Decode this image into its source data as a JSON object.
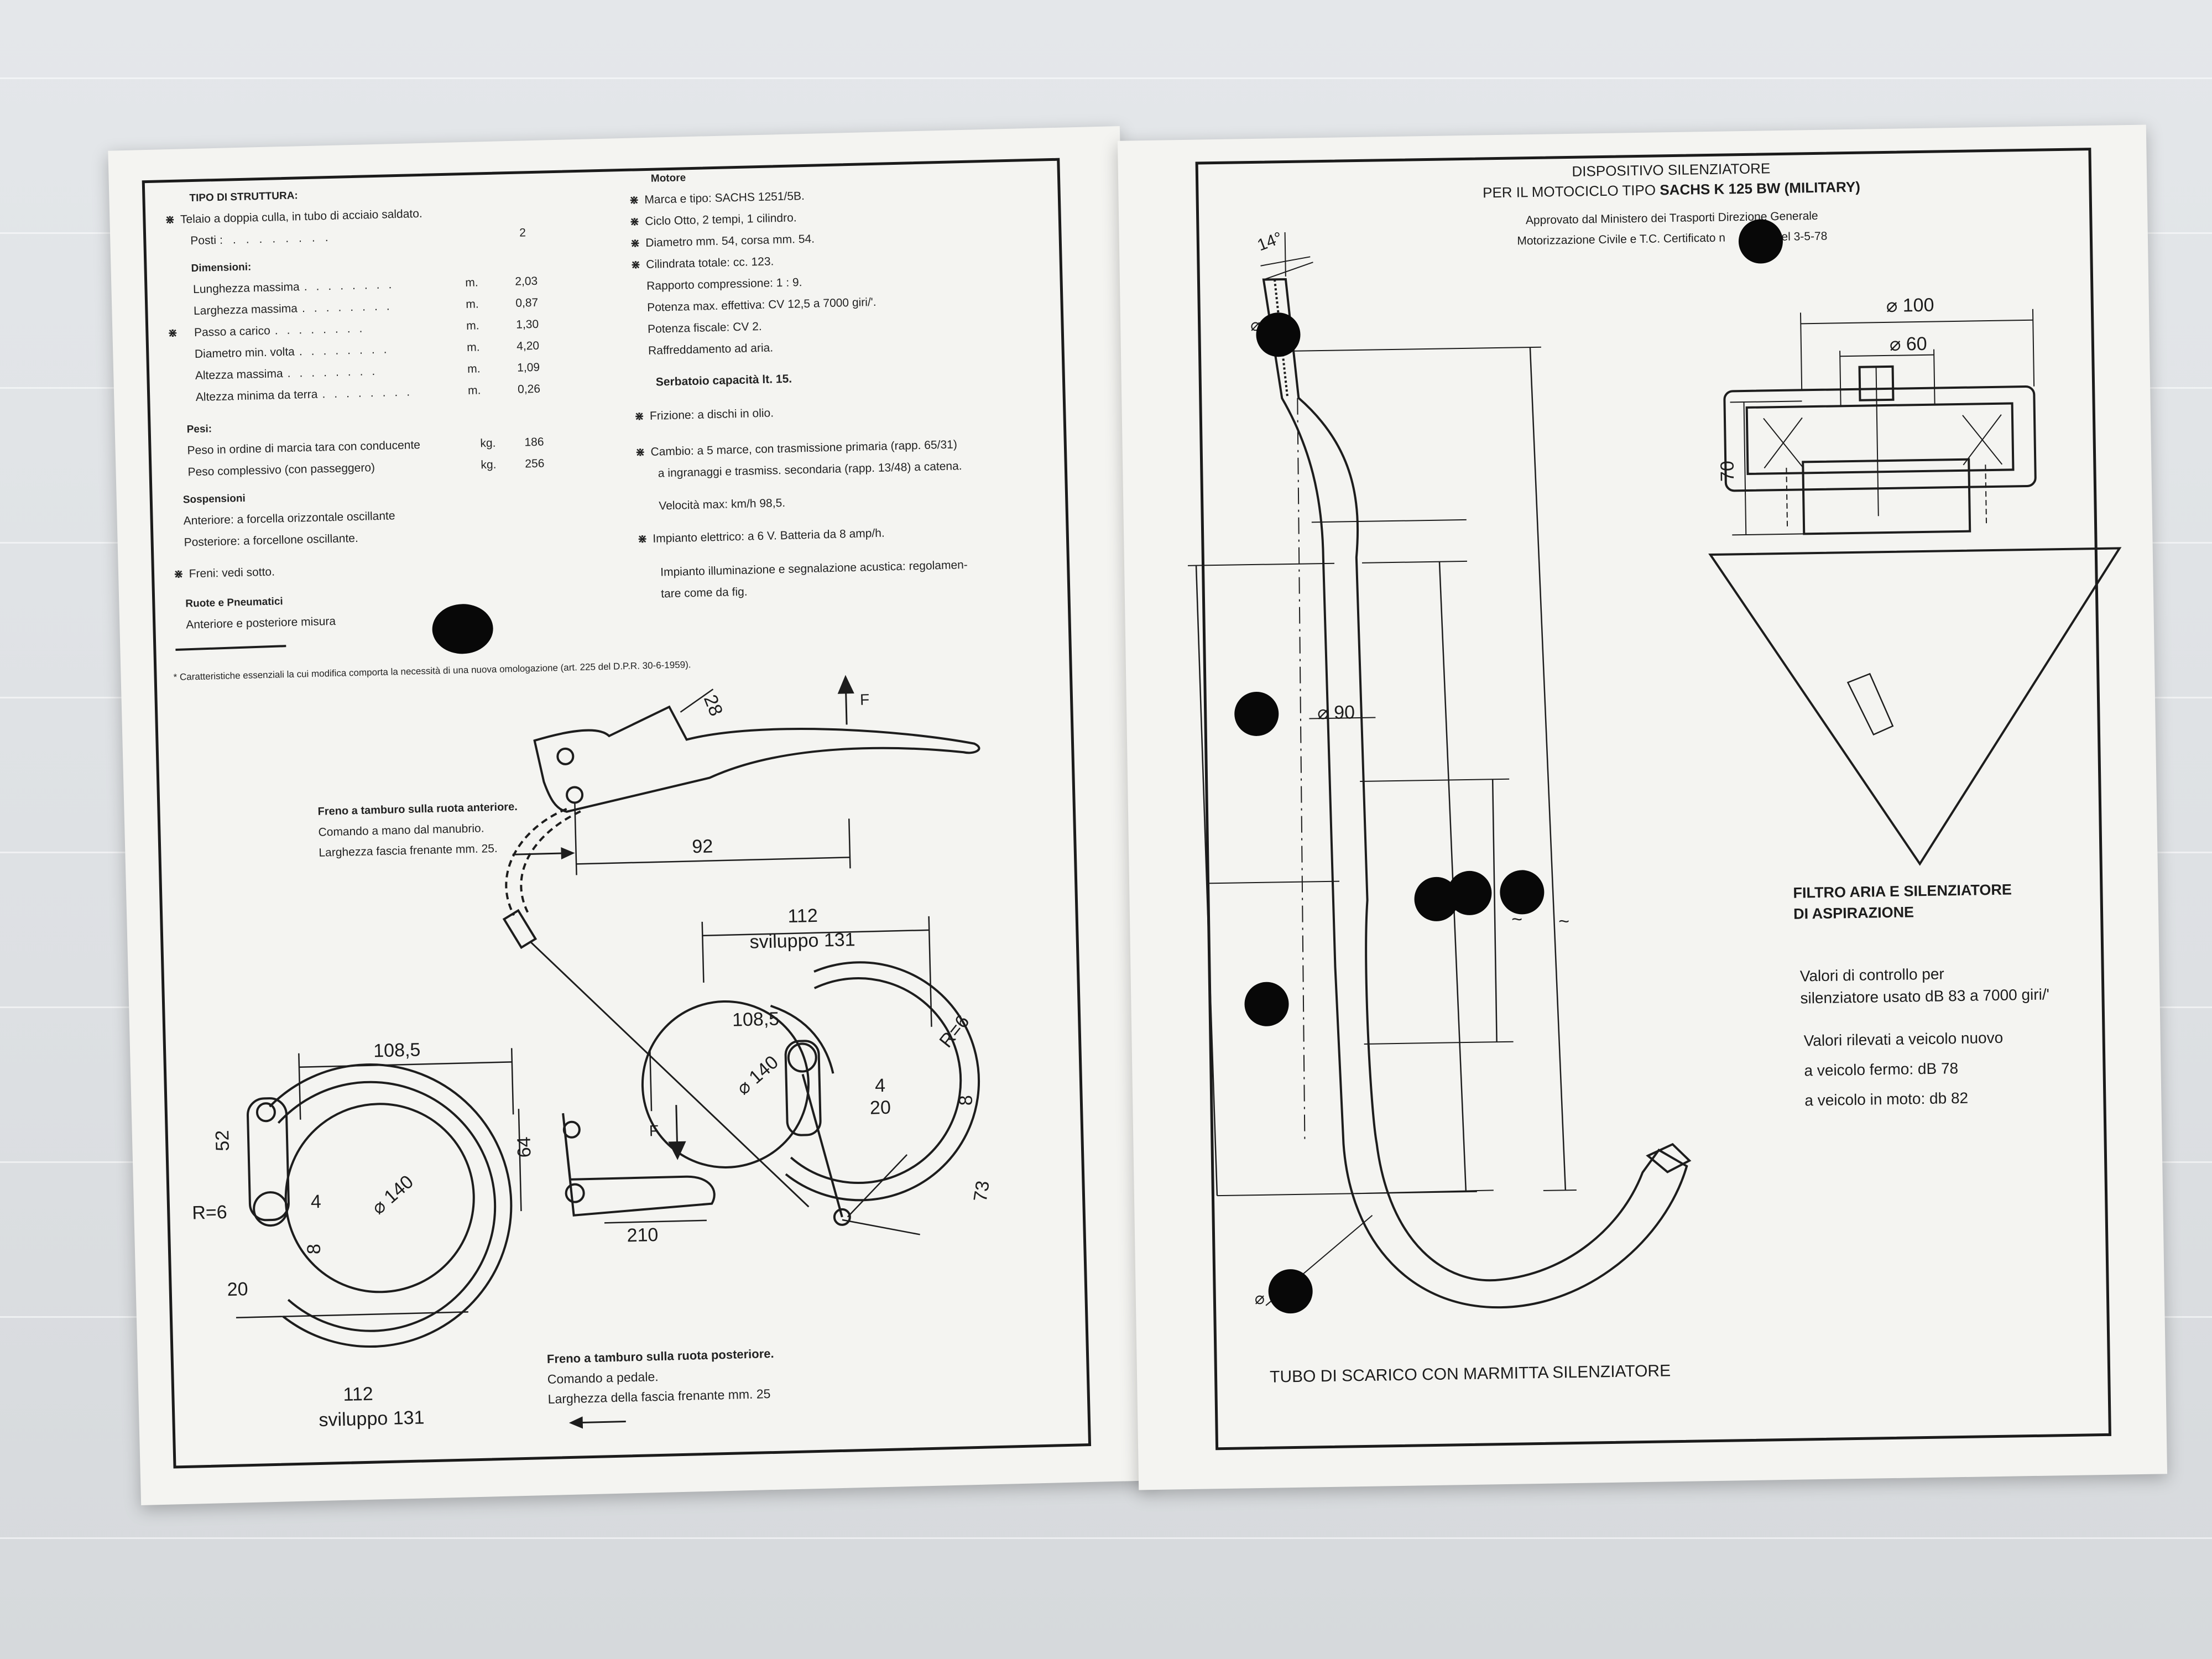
{
  "left_page": {
    "tipo_struttura": {
      "heading": "TIPO DI STRUTTURA:",
      "telaio": "Telaio a doppia culla, in tubo di acciaio saldato.",
      "posti_label": "Posti",
      "posti_value": "2",
      "dimensioni_heading": "Dimensioni:",
      "dimensioni": [
        {
          "label": "Lunghezza massima",
          "unit": "m.",
          "value": "2,03",
          "star": false
        },
        {
          "label": "Larghezza massima",
          "unit": "m.",
          "value": "0,87",
          "star": false
        },
        {
          "label": "Passo a carico",
          "unit": "m.",
          "value": "1,30",
          "star": true
        },
        {
          "label": "Diametro min. volta",
          "unit": "m.",
          "value": "4,20",
          "star": false
        },
        {
          "label": "Altezza massima",
          "unit": "m.",
          "value": "1,09",
          "star": false
        },
        {
          "label": "Altezza minima da terra",
          "unit": "m.",
          "value": "0,26",
          "star": false
        }
      ],
      "pesi_heading": "Pesi:",
      "pesi": [
        {
          "label": "Peso in ordine di marcia tara con conducente",
          "unit": "kg.",
          "value": "186"
        },
        {
          "label": "Peso complessivo (con passeggero)",
          "unit": "kg.",
          "value": "256"
        }
      ],
      "sospensioni_heading": "Sospensioni",
      "sospensioni": [
        "Anteriore: a forcella orizzontale oscillante",
        "Posteriore: a forcellone oscillante."
      ],
      "freni": "Freni: vedi sotto.",
      "ruote_heading": "Ruote e Pneumatici",
      "ruote": "Anteriore e posteriore misura"
    },
    "motore": {
      "heading": "Motore",
      "lines": [
        {
          "text": "Marca e tipo: SACHS 1251/5B.",
          "star": true
        },
        {
          "text": "Ciclo Otto, 2 tempi, 1 cilindro.",
          "star": true
        },
        {
          "text": "Diametro mm. 54, corsa mm. 54.",
          "star": true
        },
        {
          "text": "Cilindrata totale: cc. 123.",
          "star": true
        },
        {
          "text": "Rapporto compressione: 1 : 9.",
          "star": false
        },
        {
          "text": "Potenza max. effettiva: CV 12,5 a 7000 giri/'.",
          "star": false
        },
        {
          "text": "Potenza fiscale: CV 2.",
          "star": false
        },
        {
          "text": "Raffreddamento ad aria.",
          "star": false
        }
      ],
      "serbatoio": "Serbatoio capacità lt. 15.",
      "frizione": "Frizione: a dischi in olio.",
      "cambio_1": "Cambio: a 5 marce, con trasmissione primaria (rapp. 65/31)",
      "cambio_2": "a ingranaggi e trasmiss. secondaria (rapp. 13/48) a catena.",
      "velocita": "Velocità max: km/h 98,5.",
      "impianto_elettrico": "Impianto elettrico: a 6 V. Batteria da 8 amp/h.",
      "illuminazione_1": "Impianto illuminazione e segnalazione acustica: regolamen-",
      "illuminazione_2": "tare come da fig."
    },
    "footnote": "* Caratteristiche essenziali la cui modifica comporta la necessità di una nuova omologazione (art. 225 del D.P.R. 30-6-1959).",
    "front_brake": {
      "title": "Freno a tamburo sulla ruota anteriore.",
      "line1": "Comando a mano dal manubrio.",
      "line2": "Larghezza fascia frenante mm. 25."
    },
    "rear_brake": {
      "title": "Freno a tamburo sulla ruota posteriore.",
      "line1": "Comando a pedale.",
      "line2": "Larghezza della fascia frenante mm. 25"
    },
    "dims": {
      "d28": "28",
      "F_up": "F",
      "d92": "92",
      "d112a": "112",
      "svil_a": "sviluppo 131",
      "d108a": "108,5",
      "R6a": "R=6",
      "d140a": "⌀ 140",
      "d4a": "4",
      "d20a": "20",
      "d8a": "8",
      "d73": "73",
      "d108b": "108,5",
      "d52": "52",
      "d64": "64",
      "F_down": "F",
      "R6b": "R=6",
      "d4b": "4",
      "d140b": "⌀ 140",
      "d8b": "8",
      "d20b": "20",
      "d210": "210",
      "d112b": "112",
      "svil_b": "sviluppo 131"
    }
  },
  "right_page": {
    "title_1": "DISPOSITIVO SILENZIATORE",
    "title_2a": "PER IL MOTOCICLO TIPO ",
    "title_2b": "SACHS K 125 BW (MILITARY)",
    "approval_1": "Approvato dal Ministero dei Trasporti Direzione Generale",
    "approval_2a": "Motorizzazione Civile e T.C. Certificato n",
    "approval_2b": "S del 3-5-78",
    "dims": {
      "angle": "14°",
      "d_small": "⌀",
      "d90": "⌀ 90",
      "d100": "⌀ 100",
      "d60": "⌀ 60",
      "d70": "70",
      "tilde_a": "~",
      "tilde_b": "~",
      "d_bottom": "⌀"
    },
    "filtro_title_1": "FILTRO ARIA E SILENZIATORE",
    "filtro_title_2": "DI ASPIRAZIONE",
    "controllo_1": "Valori di controllo per",
    "controllo_2": "silenziatore usato dB 83 a 7000 giri/'",
    "rilevati_1": "Valori rilevati a veicolo nuovo",
    "rilevati_2": "a veicolo fermo:   dB 78",
    "rilevati_3": "a veicolo in moto: db 82",
    "bottom_caption": "TUBO DI SCARICO CON MARMITTA SILENZIATORE"
  }
}
